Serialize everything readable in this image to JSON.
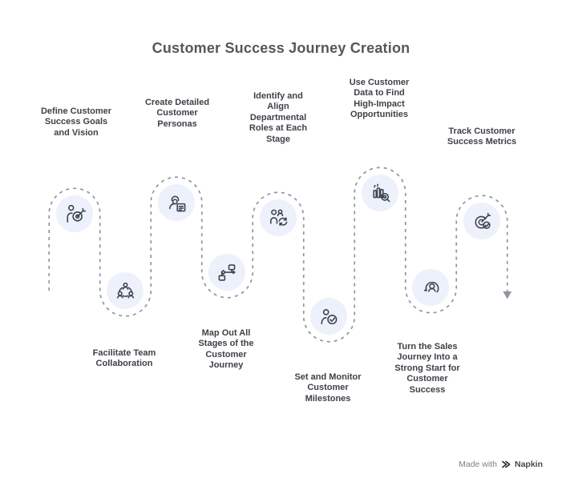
{
  "title": "Customer Success Journey Creation",
  "colors": {
    "background": "#ffffff",
    "title_text": "#55575e",
    "label_text": "#3e4147",
    "node_fill": "#edf1fc",
    "icon_stroke": "#3f434c",
    "path_stroke": "#8f959e"
  },
  "steps": [
    {
      "order": 1,
      "row": "top",
      "icon": "goals-target-icon",
      "label": "Define Customer\nSuccess Goals\nand Vision"
    },
    {
      "order": 2,
      "row": "bottom",
      "icon": "team-network-icon",
      "label": "Facilitate Team\nCollaboration"
    },
    {
      "order": 3,
      "row": "top",
      "icon": "customer-persona-icon",
      "label": "Create Detailed\nCustomer\nPersonas"
    },
    {
      "order": 4,
      "row": "bottom",
      "icon": "journey-map-icon",
      "label": "Map Out All\nStages of the\nCustomer\nJourney"
    },
    {
      "order": 5,
      "row": "top",
      "icon": "roles-sync-icon",
      "label": "Identify and\nAlign\nDepartmental\nRoles at Each\nStage"
    },
    {
      "order": 6,
      "row": "bottom",
      "icon": "milestone-check-icon",
      "label": "Set and Monitor\nCustomer\nMilestones"
    },
    {
      "order": 7,
      "row": "top",
      "icon": "data-search-icon",
      "label": "Use Customer\nData to Find\nHigh-Impact\nOpportunities"
    },
    {
      "order": 8,
      "row": "bottom",
      "icon": "restart-journey-icon",
      "label": "Turn the Sales\nJourney Into a\nStrong Start for\nCustomer\nSuccess"
    },
    {
      "order": 9,
      "row": "top",
      "icon": "metrics-target-icon",
      "label": "Track Customer\nSuccess Metrics"
    }
  ],
  "footer": {
    "made_with": "Made with",
    "brand": "Napkin"
  }
}
